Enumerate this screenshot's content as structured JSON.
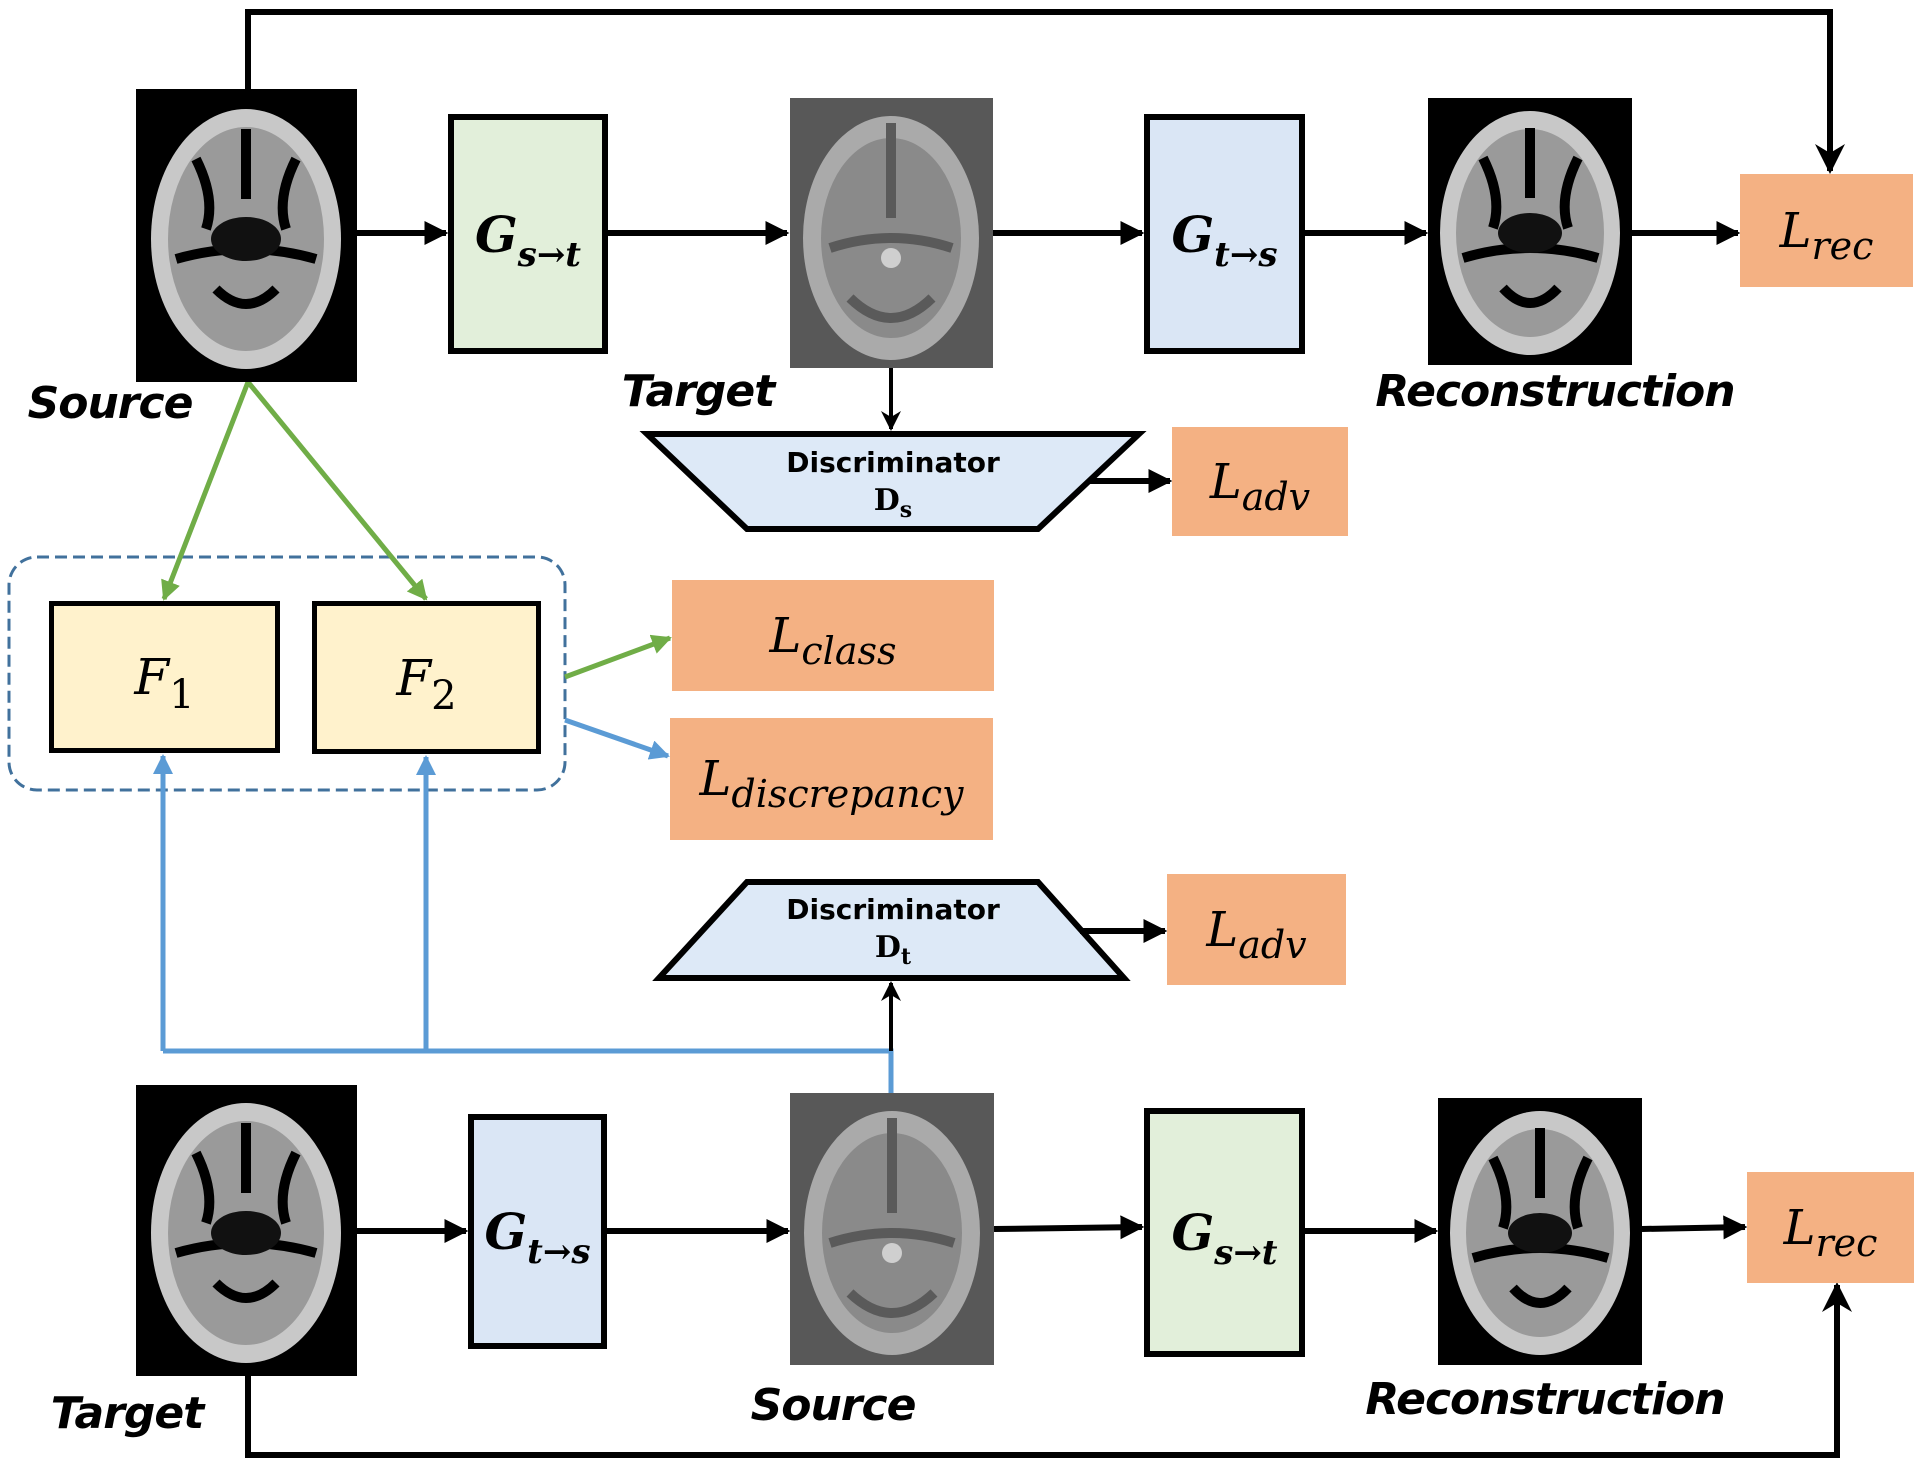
{
  "figure": {
    "top_row": {
      "input_label": "Source",
      "generator_1": {
        "base": "G",
        "sub": "s→t"
      },
      "intermediate_label": "Target",
      "generator_2": {
        "base": "G",
        "sub": "t→s"
      },
      "output_label": "Reconstruction",
      "loss": {
        "base": "L",
        "sub": "rec"
      },
      "discriminator": {
        "title": "Discriminator",
        "base": "D",
        "sub": "s"
      },
      "adv_loss": {
        "base": "L",
        "sub": "adv"
      }
    },
    "classifiers": {
      "f1": {
        "base": "F",
        "sub": "1"
      },
      "f2": {
        "base": "F",
        "sub": "2"
      },
      "class_loss": {
        "base": "L",
        "sub": "class"
      },
      "discrepancy_loss": {
        "base": "L",
        "sub": "discrepancy"
      }
    },
    "bottom_row": {
      "input_label": "Target",
      "generator_1": {
        "base": "G",
        "sub": "t→s"
      },
      "intermediate_label": "Source",
      "generator_2": {
        "base": "G",
        "sub": "s→t"
      },
      "output_label": "Reconstruction",
      "loss": {
        "base": "L",
        "sub": "rec"
      },
      "discriminator": {
        "title": "Discriminator",
        "base": "D",
        "sub": "t"
      },
      "adv_loss": {
        "base": "L",
        "sub": "adv"
      }
    },
    "colors": {
      "source_generator_fill": "#e2efda",
      "target_generator_fill": "#dae6f5",
      "discriminator_fill": "#dde9f7",
      "loss_fill": "#f4b183",
      "classifier_fill": "#fff2cc",
      "green_path": "#70ad47",
      "blue_path": "#5b9bd5",
      "group_dash": "#41719c"
    }
  }
}
